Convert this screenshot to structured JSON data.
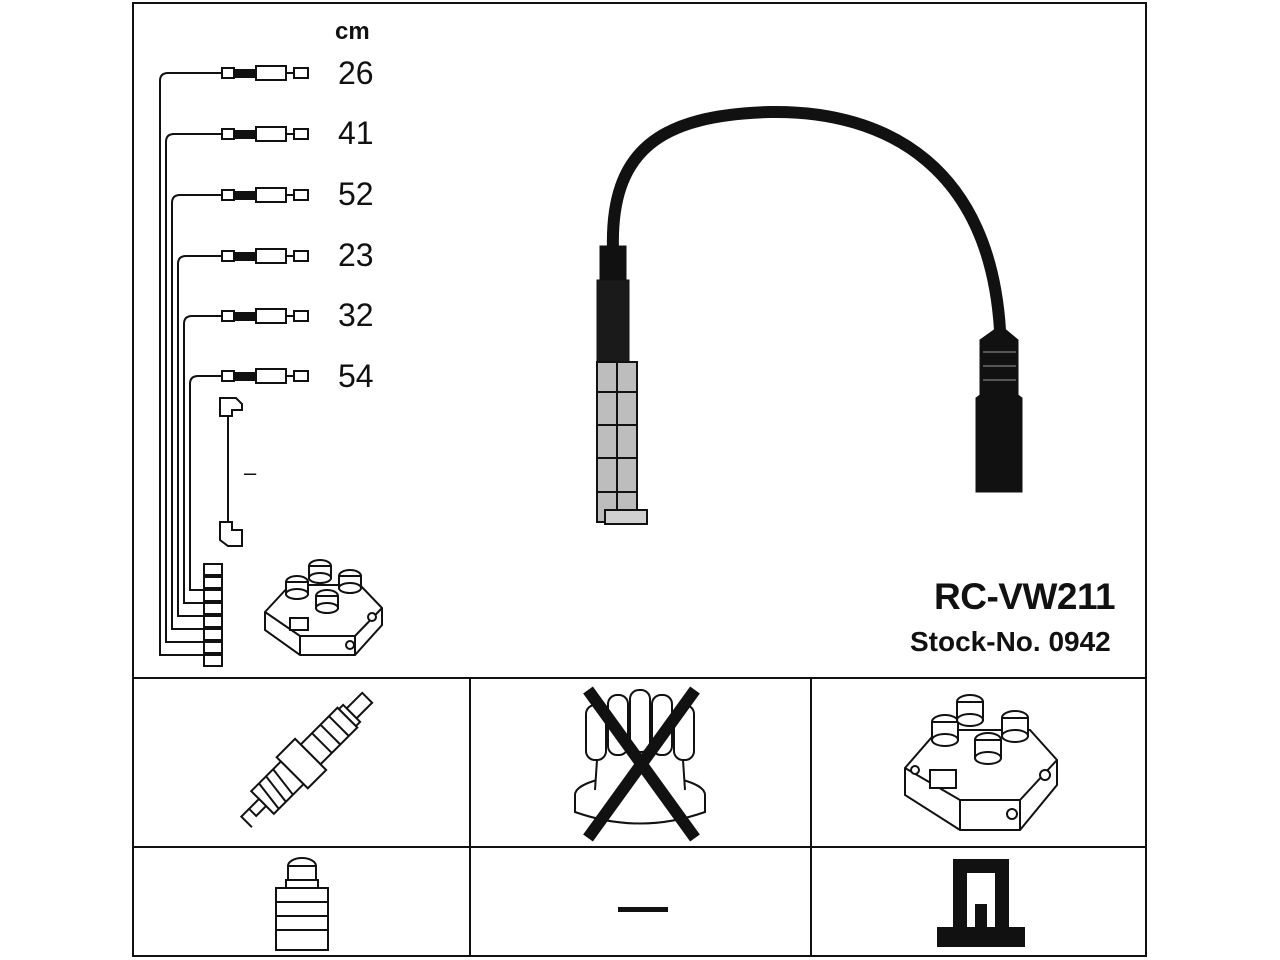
{
  "unit_label": "cm",
  "cable_lengths": [
    "26",
    "41",
    "52",
    "23",
    "32",
    "54"
  ],
  "absent_length_marker": "–",
  "product": {
    "model": "RC-VW211",
    "stock_number": "Stock-No. 0942"
  },
  "legend": {
    "distributor_cap_status": "crossed-out",
    "distributor_value": "—"
  }
}
